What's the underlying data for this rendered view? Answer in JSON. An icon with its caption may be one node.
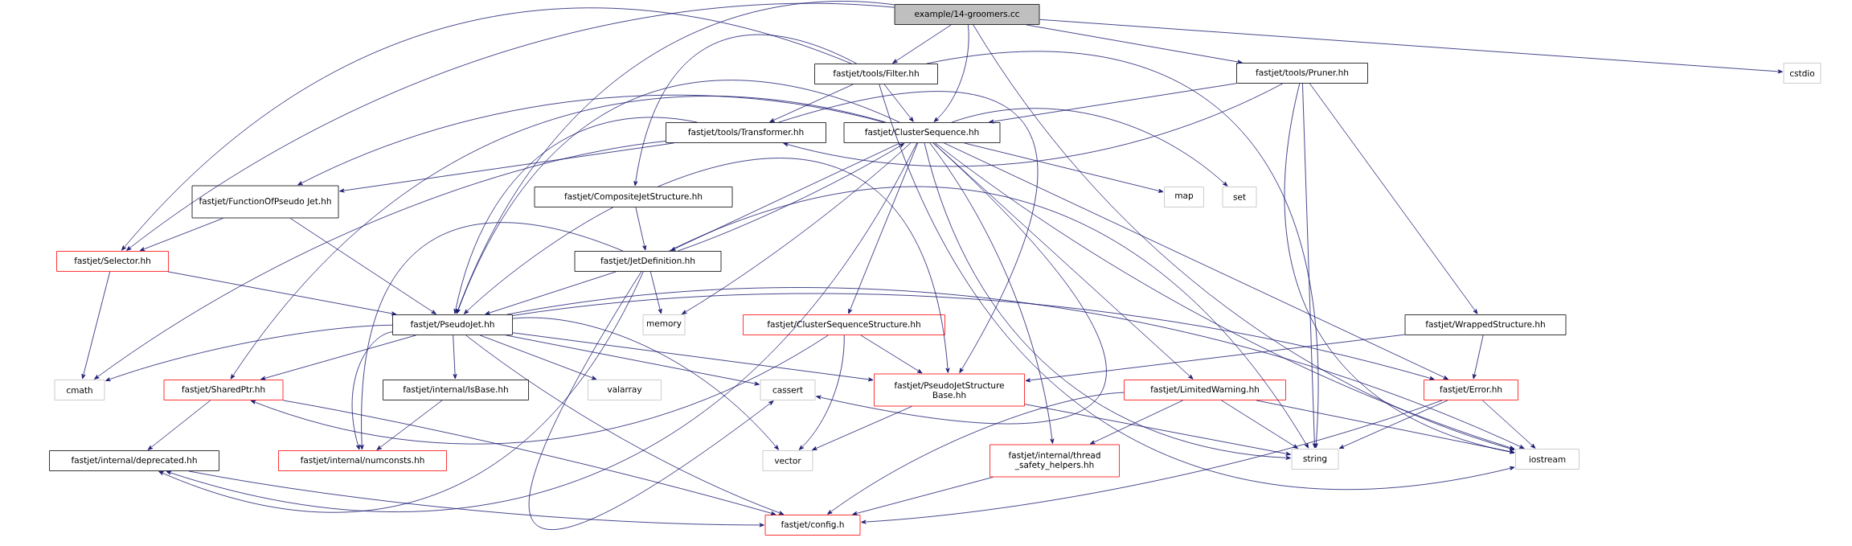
{
  "diagram": {
    "nodes": [
      {
        "text": [
          "example/14-groomers.cc"
        ]
      },
      {
        "text": [
          "fastjet/tools/Filter.hh"
        ]
      },
      {
        "text": [
          "fastjet/tools/Pruner.hh"
        ]
      },
      {
        "text": [
          "cstdio"
        ]
      },
      {
        "text": [
          "fastjet/tools/Transformer.hh"
        ]
      },
      {
        "text": [
          "fastjet/ClusterSequence.hh"
        ]
      },
      {
        "text": [
          "fastjet/FunctionOfPseudo Jet.hh"
        ]
      },
      {
        "text": [
          "fastjet/CompositeJetStructure.hh"
        ]
      },
      {
        "text": [
          "map"
        ]
      },
      {
        "text": [
          "set"
        ]
      },
      {
        "text": [
          "fastjet/Selector.hh"
        ]
      },
      {
        "text": [
          "fastjet/JetDefinition.hh"
        ]
      },
      {
        "text": [
          "memory"
        ]
      },
      {
        "text": [
          "fastjet/ClusterSequenceStructure.hh"
        ]
      },
      {
        "text": [
          "fastjet/WrappedStructure.hh"
        ]
      },
      {
        "text": [
          "fastjet/PseudoJet.hh"
        ]
      },
      {
        "text": [
          "cmath"
        ]
      },
      {
        "text": [
          "fastjet/SharedPtr.hh"
        ]
      },
      {
        "text": [
          "fastjet/internal/IsBase.hh"
        ]
      },
      {
        "text": [
          "valarray"
        ]
      },
      {
        "text": [
          "cassert"
        ]
      },
      {
        "text": [
          "fastjet/PseudoJetStructure Base.hh"
        ]
      },
      {
        "text": [
          "fastjet/LimitedWarning.hh"
        ]
      },
      {
        "text": [
          "fastjet/Error.hh"
        ]
      },
      {
        "text": [
          "fastjet/internal/deprecated.hh"
        ]
      },
      {
        "text": [
          "fastjet/internal/numconsts.hh"
        ]
      },
      {
        "text": [
          "vector"
        ]
      },
      {
        "text": [
          "fastjet/internal/thread _safety_helpers.hh"
        ]
      },
      {
        "text": [
          "string"
        ]
      },
      {
        "text": [
          "iostream"
        ]
      },
      {
        "text": [
          "fastjet/config.h"
        ]
      }
    ],
    "edges": [
      {
        "from": 0,
        "to": 1,
        "arrow": "to"
      },
      {
        "from": 0,
        "to": 5,
        "arrow": "to"
      },
      {
        "from": 0,
        "to": 2,
        "arrow": "to"
      },
      {
        "from": 0,
        "to": 3,
        "arrow": "to"
      },
      {
        "from": 0,
        "to": 10,
        "arrow": "to"
      },
      {
        "from": 0,
        "to": 15,
        "arrow": "to"
      },
      {
        "from": 0,
        "to": 29,
        "arrow": "to"
      },
      {
        "from": 1,
        "to": 4,
        "arrow": "to"
      },
      {
        "from": 1,
        "to": 5,
        "arrow": "to"
      },
      {
        "from": 1,
        "to": 10,
        "arrow": "to"
      },
      {
        "from": 1,
        "to": 7,
        "arrow": "to"
      },
      {
        "from": 1,
        "to": 28,
        "arrow": "to"
      },
      {
        "from": 1,
        "to": 29,
        "arrow": "to"
      },
      {
        "from": 2,
        "to": 4,
        "arrow": "to"
      },
      {
        "from": 2,
        "to": 5,
        "arrow": "to"
      },
      {
        "from": 2,
        "to": 14,
        "arrow": "to"
      },
      {
        "from": 2,
        "to": 28,
        "arrow": "to"
      },
      {
        "from": 2,
        "to": 29,
        "arrow": "to"
      },
      {
        "from": 4,
        "to": 6,
        "arrow": "to"
      },
      {
        "from": 4,
        "to": 15,
        "arrow": "to"
      },
      {
        "from": 4,
        "to": 21,
        "arrow": "to"
      },
      {
        "from": 4,
        "to": 16,
        "arrow": "to"
      },
      {
        "from": 5,
        "to": 6,
        "arrow": "to"
      },
      {
        "from": 5,
        "to": 11,
        "arrow": "to"
      },
      {
        "from": 5,
        "to": 15,
        "arrow": "to"
      },
      {
        "from": 5,
        "to": 8,
        "arrow": "to"
      },
      {
        "from": 5,
        "to": 9,
        "arrow": "to"
      },
      {
        "from": 5,
        "to": 12,
        "arrow": "to"
      },
      {
        "from": 5,
        "to": 20,
        "arrow": "to"
      },
      {
        "from": 5,
        "to": 13,
        "arrow": "to"
      },
      {
        "from": 5,
        "to": 27,
        "arrow": "to"
      },
      {
        "from": 5,
        "to": 22,
        "arrow": "to"
      },
      {
        "from": 5,
        "to": 28,
        "arrow": "to"
      },
      {
        "from": 5,
        "to": 29,
        "arrow": "to"
      },
      {
        "from": 5,
        "to": 23,
        "arrow": "to"
      },
      {
        "from": 5,
        "to": 24,
        "arrow": "to"
      },
      {
        "from": 5,
        "to": 17,
        "arrow": "to"
      },
      {
        "from": 6,
        "to": 10,
        "arrow": "to"
      },
      {
        "from": 6,
        "to": 15,
        "arrow": "to"
      },
      {
        "from": 7,
        "to": 11,
        "arrow": "to"
      },
      {
        "from": 7,
        "to": 15,
        "arrow": "to"
      },
      {
        "from": 7,
        "to": 21,
        "arrow": "to"
      },
      {
        "from": 10,
        "to": 16,
        "arrow": "to"
      },
      {
        "from": 10,
        "to": 15,
        "arrow": "to"
      },
      {
        "from": 11,
        "to": 5,
        "arrow": "to"
      },
      {
        "from": 11,
        "to": 15,
        "arrow": "to"
      },
      {
        "from": 11,
        "to": 12,
        "arrow": "to"
      },
      {
        "from": 11,
        "to": 28,
        "arrow": "to"
      },
      {
        "from": 11,
        "to": 24,
        "arrow": "to"
      },
      {
        "from": 11,
        "to": 25,
        "arrow": "to"
      },
      {
        "from": 11,
        "to": 20,
        "arrow": "to"
      },
      {
        "from": 13,
        "to": 17,
        "arrow": "to"
      },
      {
        "from": 13,
        "to": 21,
        "arrow": "to"
      },
      {
        "from": 13,
        "to": 26,
        "arrow": "to"
      },
      {
        "from": 14,
        "to": 21,
        "arrow": "to"
      },
      {
        "from": 14,
        "to": 23,
        "arrow": "to"
      },
      {
        "from": 15,
        "to": 16,
        "arrow": "to"
      },
      {
        "from": 15,
        "to": 17,
        "arrow": "to"
      },
      {
        "from": 15,
        "to": 18,
        "arrow": "to"
      },
      {
        "from": 15,
        "to": 19,
        "arrow": "to"
      },
      {
        "from": 15,
        "to": 25,
        "arrow": "to"
      },
      {
        "from": 15,
        "to": 20,
        "arrow": "to"
      },
      {
        "from": 15,
        "to": 26,
        "arrow": "to"
      },
      {
        "from": 15,
        "to": 30,
        "arrow": "to"
      },
      {
        "from": 15,
        "to": 21,
        "arrow": "to"
      },
      {
        "from": 15,
        "to": 23,
        "arrow": "to"
      },
      {
        "from": 15,
        "to": 29,
        "arrow": "to"
      },
      {
        "from": 17,
        "to": 24,
        "arrow": "to"
      },
      {
        "from": 17,
        "to": 30,
        "arrow": "to"
      },
      {
        "from": 18,
        "to": 25,
        "arrow": "to"
      },
      {
        "from": 21,
        "to": 26,
        "arrow": "to"
      },
      {
        "from": 21,
        "to": 28,
        "arrow": "to"
      },
      {
        "from": 22,
        "to": 27,
        "arrow": "to"
      },
      {
        "from": 22,
        "to": 30,
        "arrow": "to"
      },
      {
        "from": 22,
        "to": 28,
        "arrow": "to"
      },
      {
        "from": 22,
        "to": 29,
        "arrow": "to"
      },
      {
        "from": 23,
        "to": 28,
        "arrow": "to"
      },
      {
        "from": 23,
        "to": 29,
        "arrow": "to"
      },
      {
        "from": 23,
        "to": 30,
        "arrow": "to"
      },
      {
        "from": 24,
        "to": 30,
        "arrow": "to"
      },
      {
        "from": 27,
        "to": 30,
        "arrow": "to"
      }
    ]
  }
}
